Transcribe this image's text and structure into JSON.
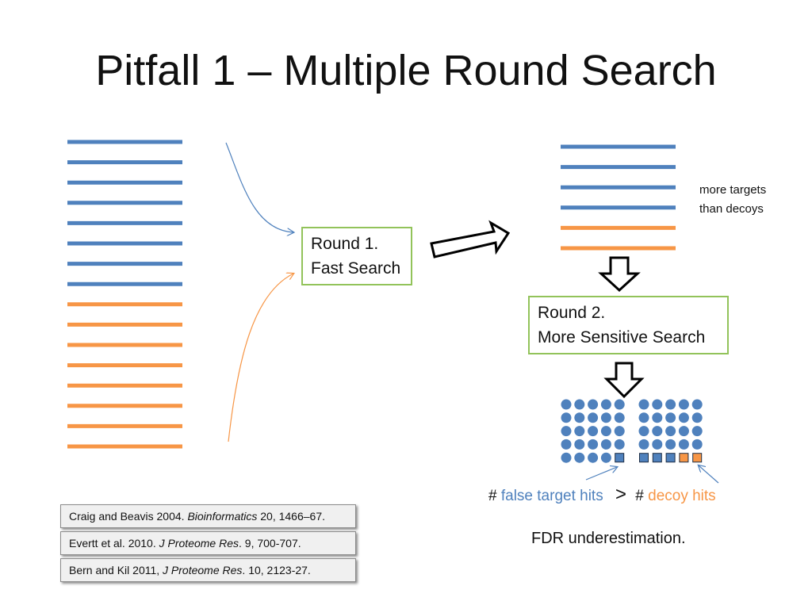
{
  "title": "Pitfall 1 – Multiple Round Search",
  "colors": {
    "target": "#4f81bd",
    "decoy": "#f79646",
    "box_border": "#92c35a"
  },
  "left_list": {
    "targets": 8,
    "decoys": 8
  },
  "round1": {
    "line1": "Round 1.",
    "line2": "Fast Search"
  },
  "filtered_list": {
    "targets": 4,
    "decoys": 2
  },
  "note": {
    "line1": "more targets",
    "line2": "than decoys"
  },
  "round2": {
    "line1": "Round 2.",
    "line2": "More Sensitive Search"
  },
  "hits": {
    "prefix1": "#",
    "false_target": "false target hits",
    "gt": ">",
    "prefix2": "#",
    "decoy": "decoy hits"
  },
  "conclusion": "FDR underestimation.",
  "references": [
    {
      "authors": "Craig and Beavis 2004.",
      "journal": "Bioinformatics",
      "rest": " 20, 1466–67."
    },
    {
      "authors": "Evertt et al. 2010.",
      "journal": "J Proteome Res",
      "rest": ". 9, 700-707."
    },
    {
      "authors": "Bern and Kil 2011,",
      "journal": "J Proteome Res",
      "rest": ". 10, 2123-27."
    }
  ]
}
